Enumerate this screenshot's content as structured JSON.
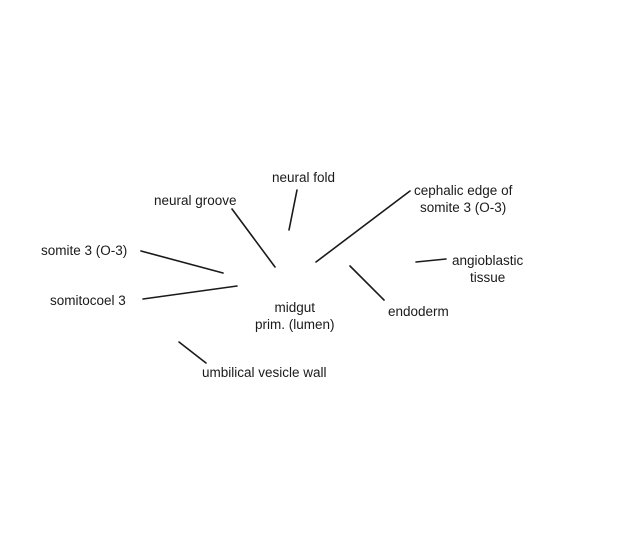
{
  "labels": {
    "neural_fold": "neural fold",
    "neural_groove": "neural groove",
    "cephalic_edge": [
      "cephalic edge of",
      "somite 3 (O-3)"
    ],
    "somite3": "somite 3 (O-3)",
    "angioblastic": [
      "angioblastic",
      "tissue"
    ],
    "somitocoel3": "somitocoel 3",
    "endoderm": "endoderm",
    "midgut": [
      "midgut",
      "prim. (lumen)"
    ],
    "umbilical": "umbilical vesicle wall"
  },
  "colors": {
    "background": "#ffffff",
    "text": "#1a1a1a",
    "lines": "#1a1a1a"
  }
}
